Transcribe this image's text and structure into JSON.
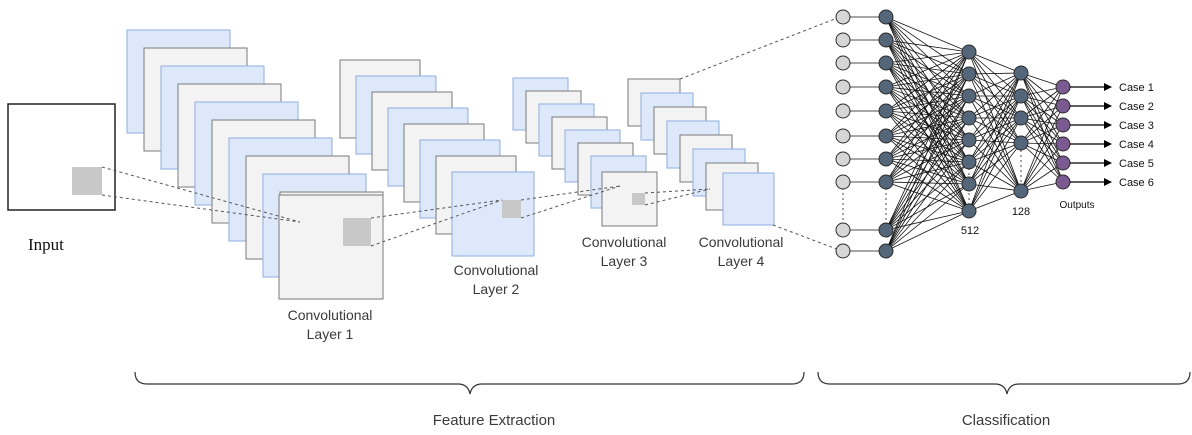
{
  "input_label": "Input",
  "conv_layers": [
    {
      "label_line1": "Convolutional",
      "label_line2": "Layer 1"
    },
    {
      "label_line1": "Convolutional",
      "label_line2": "Layer 2"
    },
    {
      "label_line1": "Convolutional",
      "label_line2": "Layer 3"
    },
    {
      "label_line1": "Convolutional",
      "label_line2": "Layer 4"
    }
  ],
  "dense": {
    "layer1_size": "512",
    "layer2_size": "128",
    "outputs_label": "Outputs"
  },
  "outputs": [
    "Case 1",
    "Case 2",
    "Case 3",
    "Case 4",
    "Case 5",
    "Case 6"
  ],
  "sections": {
    "feature_extraction": "Feature Extraction",
    "classification": "Classification"
  },
  "colors": {
    "blue_map": "#dde9fb",
    "blue_stroke": "#8eaee0",
    "gray_map": "#f3f3f3",
    "gray_stroke": "#7a7a7a",
    "input_node": "#d6d6d6",
    "hidden_node": "#54667a",
    "output_node": "#7a5a90",
    "patch": "#c8c8c8"
  }
}
